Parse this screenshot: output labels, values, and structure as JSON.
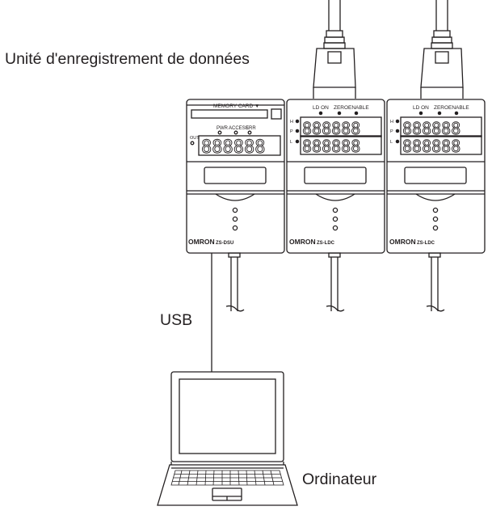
{
  "labels": {
    "title": "Unité d'enregistrement de données",
    "usb": "USB",
    "computer": "Ordinateur"
  },
  "dsu": {
    "memory_card": "MEMORY CARD ▼",
    "pwr": "PWR",
    "access": "ACCESS",
    "err": "ERR",
    "out": "OUT",
    "brand": "OMRON",
    "model": "ZS-DSU",
    "display": "888888"
  },
  "ldc": [
    {
      "ld_on": "LD ON",
      "zero": "ZERO",
      "enable": "ENABLE",
      "row_h": "H",
      "row_p": "P",
      "row_l": "L",
      "display_top": "888888",
      "display_bottom": "888888",
      "brand": "OMRON",
      "model": "ZS-LDC"
    },
    {
      "ld_on": "LD ON",
      "zero": "ZERO",
      "enable": "ENABLE",
      "row_h": "H",
      "row_p": "P",
      "row_l": "L",
      "display_top": "888888",
      "display_bottom": "888888",
      "brand": "OMRON",
      "model": "ZS-LDC"
    }
  ],
  "colors": {
    "line": "#231f20",
    "background": "#ffffff"
  }
}
